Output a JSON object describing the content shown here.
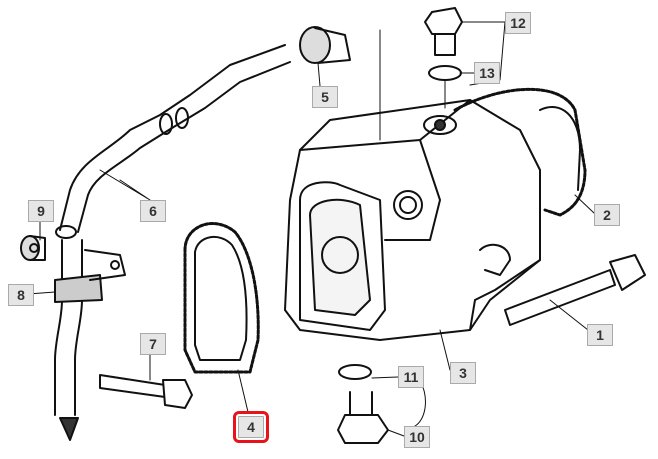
{
  "diagram": {
    "type": "exploded parts diagram",
    "highlight_color": "#e8121b",
    "callouts": [
      {
        "id": "12",
        "label": "12"
      },
      {
        "id": "13",
        "label": "13"
      },
      {
        "id": "5",
        "label": "5"
      },
      {
        "id": "2",
        "label": "2"
      },
      {
        "id": "6",
        "label": "6"
      },
      {
        "id": "9",
        "label": "9"
      },
      {
        "id": "8",
        "label": "8"
      },
      {
        "id": "1",
        "label": "1"
      },
      {
        "id": "7",
        "label": "7"
      },
      {
        "id": "11",
        "label": "11"
      },
      {
        "id": "3",
        "label": "3"
      },
      {
        "id": "4",
        "label": "4",
        "highlighted": true
      },
      {
        "id": "10",
        "label": "10"
      }
    ]
  }
}
